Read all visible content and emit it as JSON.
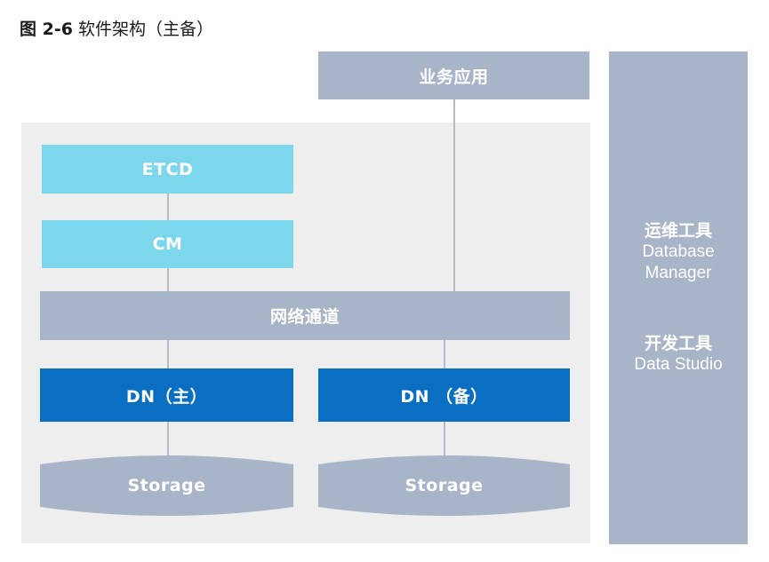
{
  "caption": {
    "figure_number": "图 2-6",
    "title": "软件架构（主备）"
  },
  "app_box": {
    "label": "业务应用"
  },
  "etcd_box": {
    "label": "ETCD"
  },
  "cm_box": {
    "label": "CM"
  },
  "network_box": {
    "label": "网络通道"
  },
  "dn_primary": {
    "label": "DN（主）"
  },
  "dn_standby": {
    "label": "DN （备）"
  },
  "storage_left": {
    "label": "Storage"
  },
  "storage_right": {
    "label": "Storage"
  },
  "side_panel": {
    "ops_tool_title": "运维工具",
    "ops_tool_line1": "Database",
    "ops_tool_line2": "Manager",
    "dev_tool_title": "开发工具",
    "dev_tool_name": "Data Studio"
  },
  "colors": {
    "gray": "#a8b4c8",
    "cyan": "#7dd7ec",
    "blue": "#0a6fc2",
    "panel": "#eeeeef"
  }
}
